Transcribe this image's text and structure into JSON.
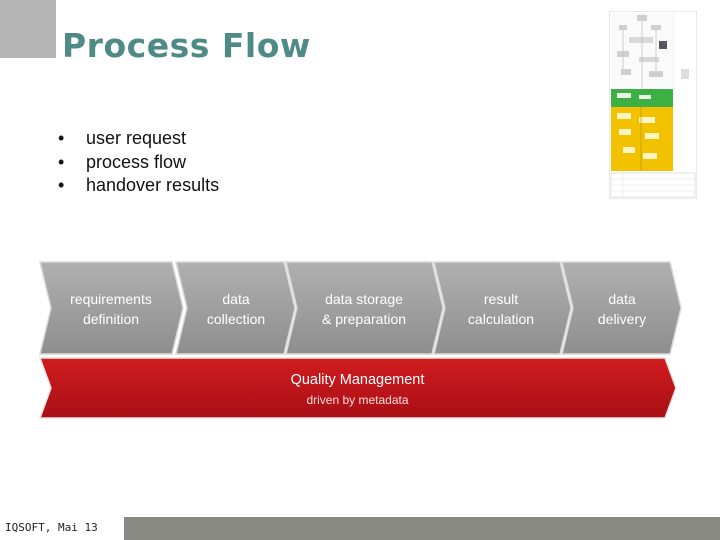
{
  "title": "Process Flow",
  "bullets": [
    "user request",
    "process flow",
    "handover results"
  ],
  "bullet_symbol": "•",
  "steps": [
    {
      "label": "requirements\ndefinition"
    },
    {
      "label": "data\ncollection"
    },
    {
      "label": "data storage\n& preparation"
    },
    {
      "label": "result\ncalculation"
    },
    {
      "label": "data\ndelivery"
    }
  ],
  "quality": {
    "title": "Quality Management",
    "subtitle": "driven by metadata"
  },
  "footer": "IQSOFT, Mai 13",
  "colors": {
    "title": "#4f8b86",
    "step_fill": "#9c9c9c",
    "quality_fill": "#c0151a",
    "footer_bar": "#8a8a84",
    "thumb_green": "#3cb043",
    "thumb_yellow": "#f2c200"
  }
}
